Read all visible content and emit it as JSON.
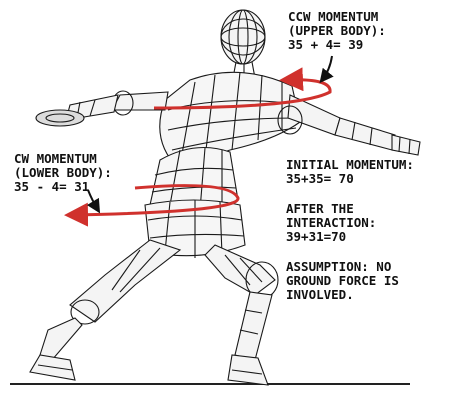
{
  "figure": {
    "ccw_label": {
      "line1": "CCW MOMENTUM",
      "line2": "(UPPER BODY):",
      "line3": "35 + 4= 39"
    },
    "cw_label": {
      "line1": "CW MOMENTUM",
      "line2": "(LOWER BODY):",
      "line3": "35 - 4= 31"
    },
    "initial": {
      "line1": "INITIAL MOMENTUM:",
      "line2": "35+35= 70"
    },
    "after": {
      "line1": "AFTER THE",
      "line2": "INTERACTION:",
      "line3": "39+31=70"
    },
    "assumption": {
      "line1": "ASSUMPTION: NO",
      "line2": "GROUND FORCE IS",
      "line3": "INVOLVED."
    },
    "colors": {
      "arrow": "#d0312d",
      "wire": "#1a1a1a",
      "label_arrow": "#111111",
      "ground": "#222222"
    },
    "figure_icon": "wireframe-discus-thrower-icon"
  }
}
